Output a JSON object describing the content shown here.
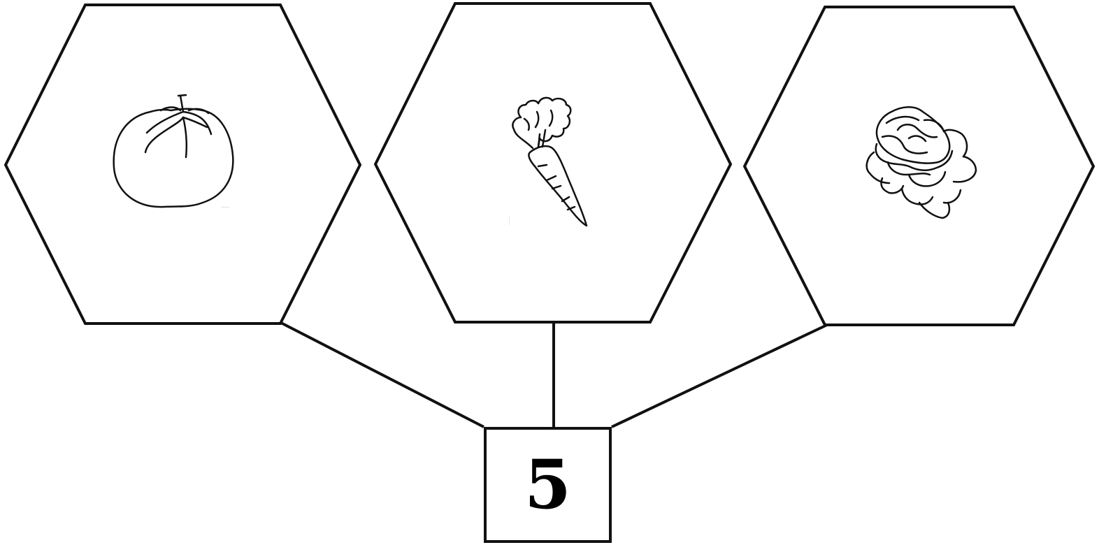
{
  "diagram": {
    "center_value": "5",
    "items": [
      {
        "name": "tomato",
        "icon": "tomato-icon"
      },
      {
        "name": "carrot",
        "icon": "carrot-icon"
      },
      {
        "name": "cabbage",
        "icon": "cabbage-icon"
      }
    ],
    "line_color": "#111111",
    "background": "#ffffff"
  }
}
